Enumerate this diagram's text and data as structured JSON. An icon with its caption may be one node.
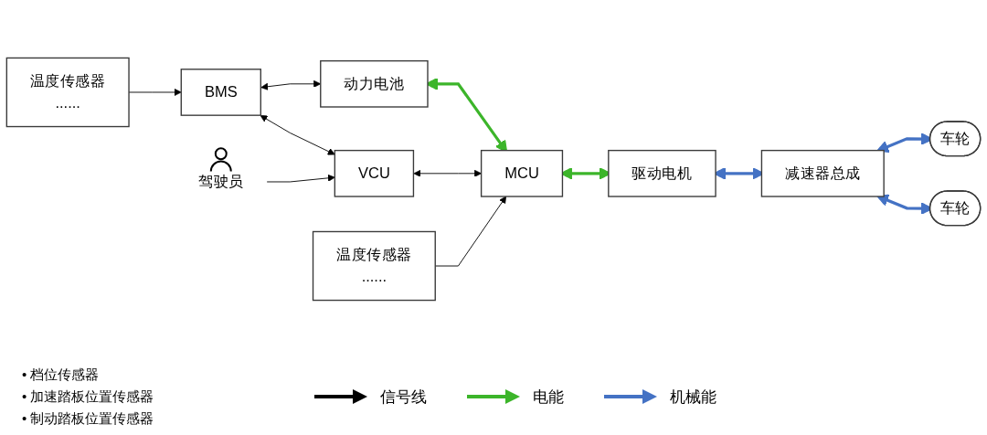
{
  "diagram": {
    "nodes": [
      {
        "text": [
          "温度传感器",
          "......"
        ]
      },
      {
        "text": [
          "BMS"
        ]
      },
      {
        "text": [
          "动力电池"
        ]
      },
      {
        "text": [
          "车轮"
        ]
      },
      {
        "text": [
          "驾驶员"
        ]
      },
      {
        "text": [
          "VCU"
        ]
      },
      {
        "text": [
          "MCU"
        ]
      },
      {
        "text": [
          "驱动电机"
        ]
      },
      {
        "text": [
          "减速器总成"
        ]
      },
      {
        "text": [
          "温度传感器",
          "......"
        ]
      },
      {
        "text": [
          "车轮"
        ]
      }
    ],
    "edges": [
      {
        "from": 0,
        "to": 1,
        "arrow": "to"
      },
      {
        "from": 1,
        "to": 2,
        "arrow": "both"
      },
      {
        "from": 1,
        "to": 5,
        "arrow": "both"
      },
      {
        "from": 4,
        "to": 5,
        "arrow": "to"
      },
      {
        "from": 5,
        "to": 6,
        "arrow": "both"
      },
      {
        "from": 2,
        "to": 6,
        "arrow": "both",
        "style": "thick",
        "color": "#3cb52a"
      },
      {
        "from": 9,
        "to": 6,
        "arrow": "to"
      },
      {
        "from": 6,
        "to": 7,
        "arrow": "both",
        "style": "thick",
        "color": "#3cb52a"
      },
      {
        "from": 7,
        "to": 8,
        "arrow": "both",
        "style": "thick",
        "color": "#4472c4"
      },
      {
        "from": 8,
        "to": 3,
        "arrow": "both",
        "style": "thick",
        "color": "#4472c4"
      },
      {
        "from": 8,
        "to": 10,
        "arrow": "both",
        "style": "thick",
        "color": "#4472c4"
      }
    ],
    "labels": [
      "• 档位传感器",
      "• 加速踏板位置传感器",
      "• 制动踏板位置传感器"
    ],
    "legend": [
      {
        "text": "信号线",
        "color": "#000000"
      },
      {
        "text": "电能",
        "color": "#3cb52a"
      },
      {
        "text": "机械能",
        "color": "#4472c4"
      }
    ]
  }
}
